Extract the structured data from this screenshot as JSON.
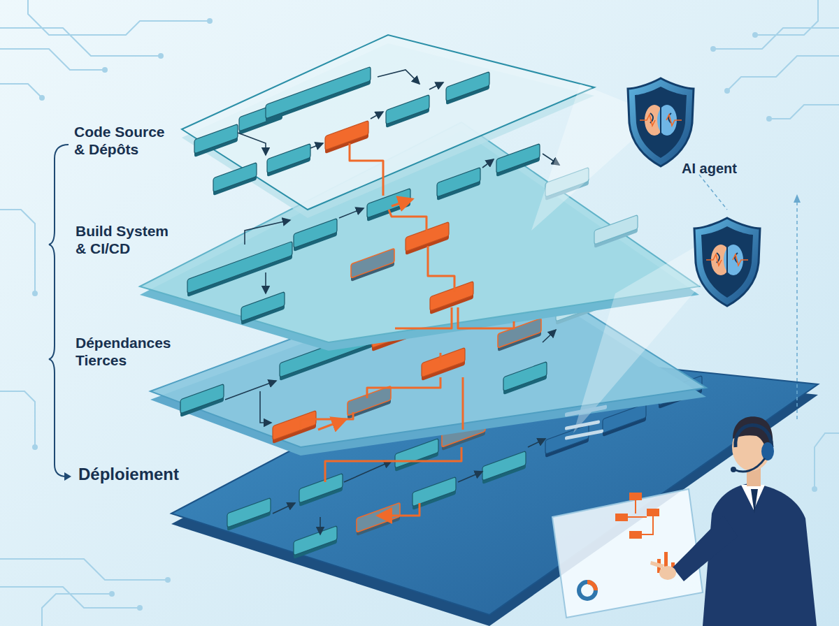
{
  "diagram": {
    "labels": [
      "Code Source & Dépôts",
      "Build System & CI/CD",
      "Dépendances Tierces",
      "Déploiement",
      "AI agent"
    ]
  }
}
